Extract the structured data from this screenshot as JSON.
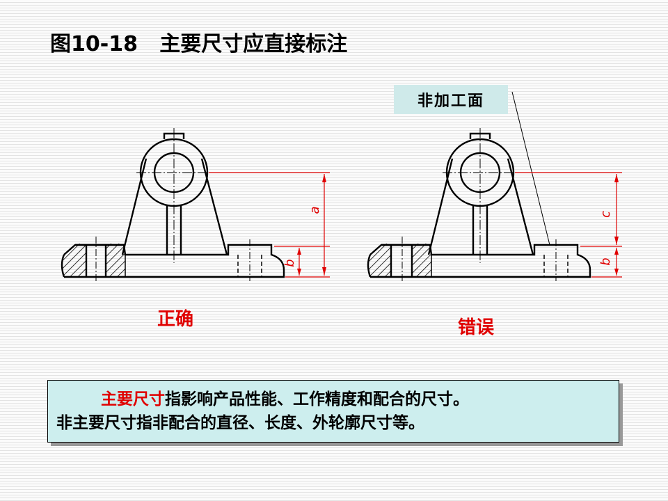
{
  "title": "图10-18   主要尺寸应直接标注",
  "callout": "非加工面",
  "verdicts": {
    "correct": "正确",
    "wrong": "错误"
  },
  "dimension_labels": {
    "left_a": "a",
    "left_b": "b",
    "right_c": "c",
    "right_b": "b"
  },
  "note": {
    "highlight": "主要尺寸",
    "line1_rest": "指影响产品性能、工作精度和配合的尺寸。",
    "line2": "非主要尺寸指非配合的直径、长度、外轮廓尺寸等。"
  },
  "colors": {
    "dimension": "#e00000",
    "callout_bg": "#cfeaea",
    "note_bg": "#cdeeee"
  }
}
